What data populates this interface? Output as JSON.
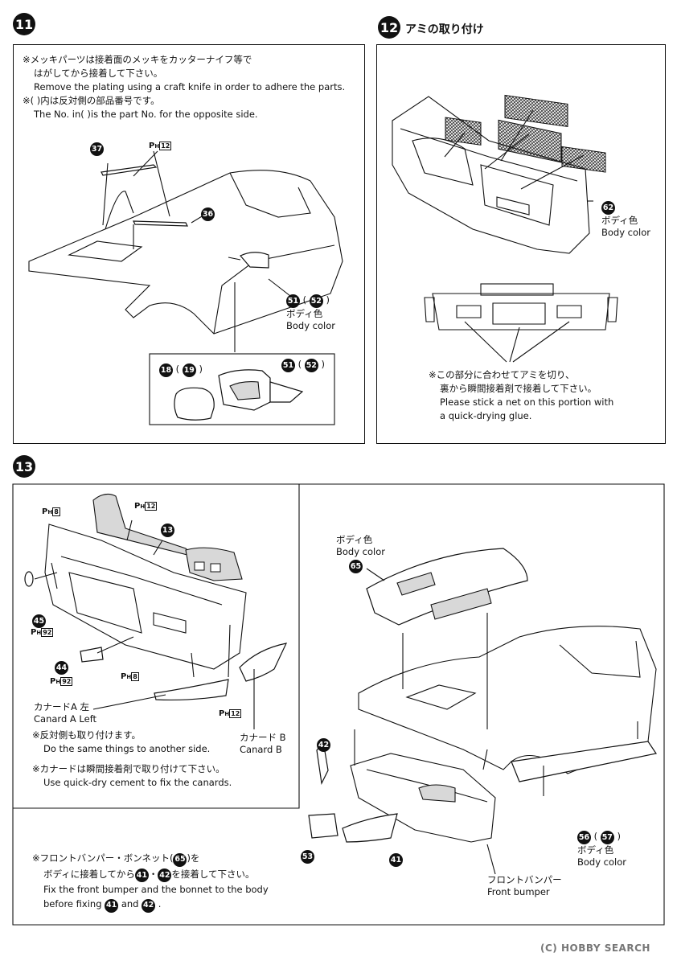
{
  "steps": {
    "s11": {
      "number": "11"
    },
    "s12": {
      "number": "12",
      "title": "アミの取り付け"
    },
    "s13": {
      "number": "13"
    }
  },
  "step11": {
    "notes": [
      "※メッキパーツは接着面のメッキをカッターナイフ等で",
      "はがしてから接着して下さい。",
      "Remove the plating using a craft knife in order to adhere the parts.",
      "※( )内は反対側の部品番号です。",
      "The No. in(  )is the part No. for the opposite side."
    ],
    "parts": {
      "p37": "37",
      "p36": "36",
      "p51": "51",
      "p52": "52",
      "p18": "18",
      "p19": "19"
    },
    "sprue": {
      "letter": "P",
      "sub": "H",
      "num": "12"
    },
    "body_color_jp": "ボディ色",
    "body_color_en": "Body color"
  },
  "step12": {
    "part": "62",
    "body_color_jp": "ボディ色",
    "body_color_en": "Body color",
    "notes": [
      "※この部分に合わせてアミを切り、",
      "裏から瞬間接着剤で接着して下さい。",
      "Please stick a net on this portion with",
      "a quick-drying glue."
    ]
  },
  "step13": {
    "sprues": {
      "ph8a": {
        "letter": "P",
        "sub": "H",
        "num": "8"
      },
      "ph12a": {
        "letter": "P",
        "sub": "H",
        "num": "12"
      },
      "ph92a": {
        "letter": "P",
        "sub": "H",
        "num": "92"
      },
      "ph92b": {
        "letter": "P",
        "sub": "H",
        "num": "92"
      },
      "ph8b": {
        "letter": "P",
        "sub": "H",
        "num": "8"
      },
      "ph12b": {
        "letter": "P",
        "sub": "H",
        "num": "12"
      }
    },
    "parts": {
      "p13": "13",
      "p45": "45",
      "p44": "44",
      "p65": "65",
      "p42": "42",
      "p53": "53",
      "p41": "41",
      "p56": "56",
      "p57": "57"
    },
    "canard_a_jp": "カナードA 左",
    "canard_a_en": "Canard A Left",
    "canard_b_jp": "カナード B",
    "canard_b_en": "Canard B",
    "notes_left": [
      "※反対側も取り付けます。",
      "Do the same things to another side.",
      "※カナードは瞬間接着剤で取り付けて下さい。",
      "Use quick-dry cement to fix the canards."
    ],
    "body_color_jp": "ボディ色",
    "body_color_en": "Body color",
    "front_bumper_jp": "フロントバンパー",
    "front_bumper_en": "Front bumper",
    "bottom_note": {
      "l1_a": "※フロントバンパー・ボンネット(",
      "l1_b": ")を",
      "l2_a": "ボディに接着してから",
      "l2_b": "・",
      "l2_c": "を接着して下さい。",
      "l3": "Fix the front bumper and the bonnet  to the body",
      "l4_a": "before fixing",
      "l4_b": "and",
      "l4_c": "."
    }
  },
  "watermark": "(C) HOBBY SEARCH"
}
